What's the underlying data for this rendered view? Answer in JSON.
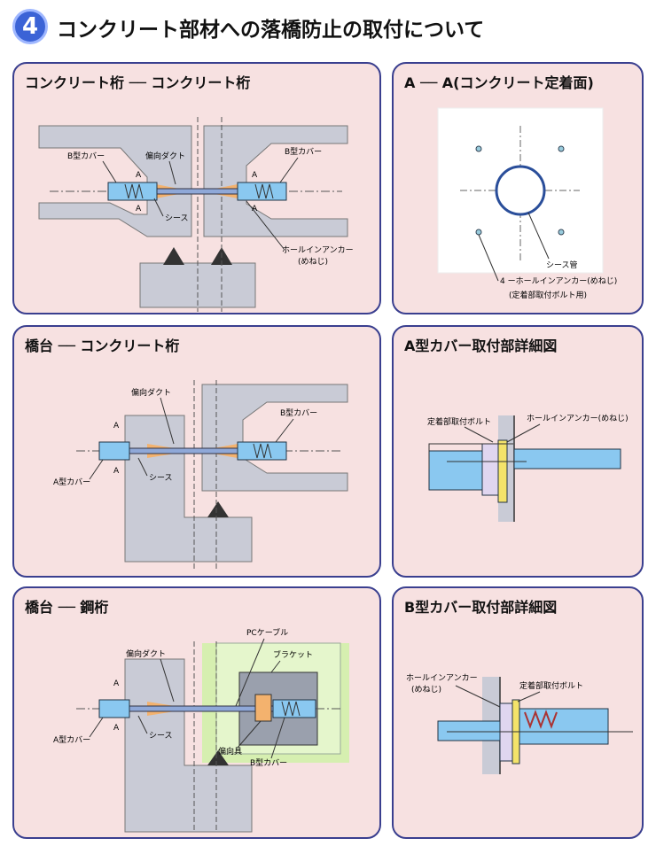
{
  "header": {
    "badge": "4",
    "title": "コンクリート部材への落橋防止の取付について"
  },
  "panels": {
    "p1": {
      "title": "コンクリート桁 ── コンクリート桁",
      "labels": {
        "b_cover_left": "B型カバー",
        "duct": "偏向ダクト",
        "b_cover_right": "B型カバー",
        "sheath": "シース",
        "anchor_1": "ホールインアンカー",
        "anchor_2": "(めねじ)",
        "a": "A"
      }
    },
    "p2": {
      "title": "A ── A(コンクリート定着面)",
      "labels": {
        "sheath_pipe": "シース管",
        "anchor": "4 ーホールインアンカー(めねじ)",
        "bolt": "(定着部取付ボルト用)"
      }
    },
    "p3": {
      "title": "橋台 ── コンクリート桁",
      "labels": {
        "duct": "偏向ダクト",
        "b_cover": "B型カバー",
        "a_cover": "A型カバー",
        "sheath": "シース",
        "a": "A"
      }
    },
    "p4": {
      "title": "A型カバー取付部詳細図",
      "labels": {
        "bolt": "定着部取付ボルト",
        "anchor": "ホールインアンカー(めねじ)"
      }
    },
    "p5": {
      "title": "橋台 ── 鋼桁",
      "labels": {
        "pc_cable": "PCケーブル",
        "duct": "偏向ダクト",
        "bracket": "ブラケット",
        "a_cover": "A型カバー",
        "sheath": "シース",
        "device": "偏向具",
        "b_cover": "B型カバー",
        "a": "A"
      }
    },
    "p6": {
      "title": "B型カバー取付部詳細図",
      "labels": {
        "anchor_1": "ホールインアンカー",
        "anchor_2": "(めねじ)",
        "bolt": "定着部取付ボルト"
      }
    }
  }
}
